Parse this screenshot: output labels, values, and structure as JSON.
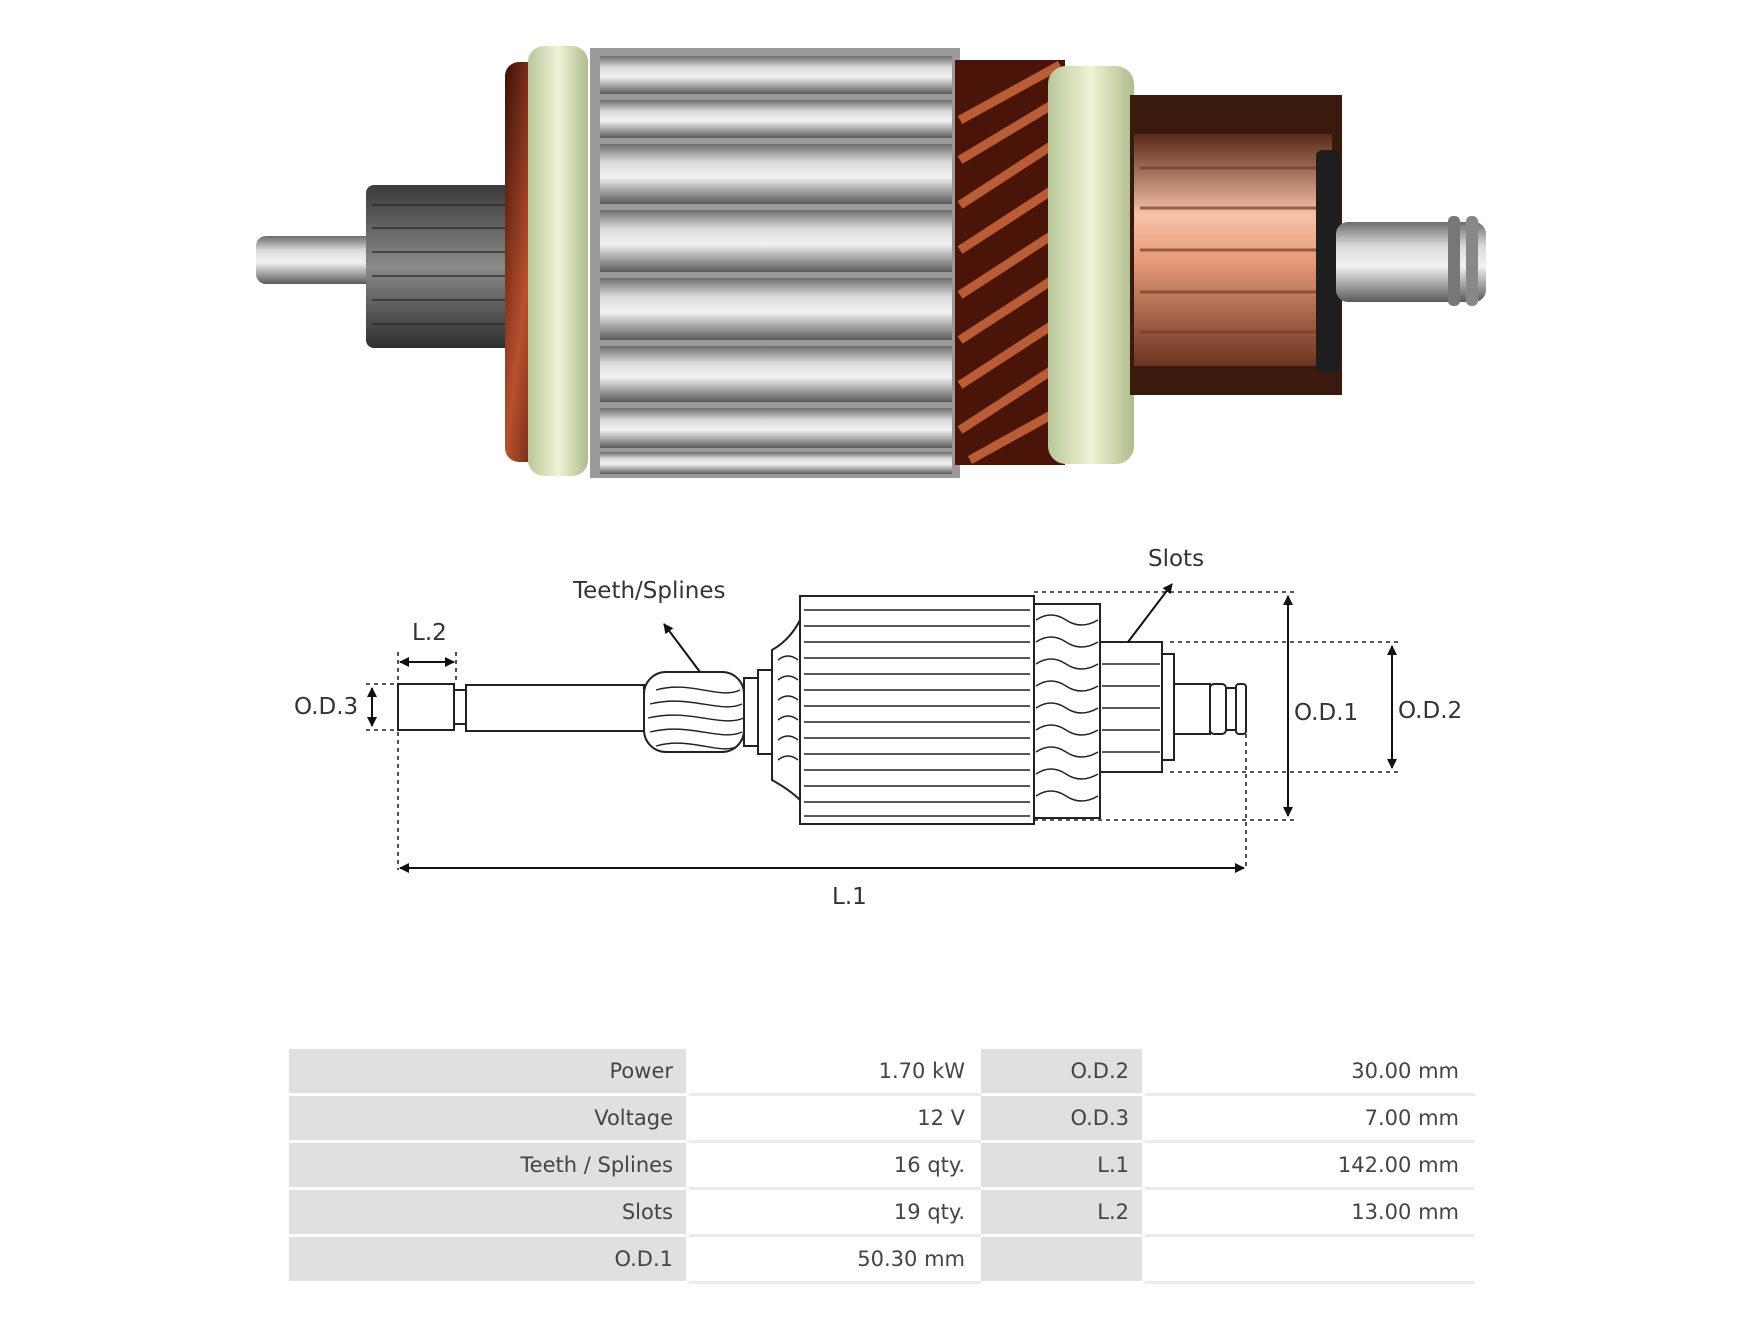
{
  "diagram": {
    "labels": {
      "teeth_splines": "Teeth/Splines",
      "slots": "Slots",
      "l2": "L.2",
      "od3": "O.D.3",
      "od1": "O.D.1",
      "od2": "O.D.2",
      "l1": "L.1"
    }
  },
  "specs": {
    "rows": [
      {
        "k1": "Power",
        "v1": "1.70 kW",
        "k2": "O.D.2",
        "v2": "30.00 mm"
      },
      {
        "k1": "Voltage",
        "v1": "12 V",
        "k2": "O.D.3",
        "v2": "7.00 mm"
      },
      {
        "k1": "Teeth / Splines",
        "v1": "16 qty.",
        "k2": "L.1",
        "v2": "142.00 mm"
      },
      {
        "k1": "Slots",
        "v1": "19 qty.",
        "k2": "L.2",
        "v2": "13.00 mm"
      },
      {
        "k1": "O.D.1",
        "v1": "50.30 mm",
        "k2": "",
        "v2": ""
      }
    ]
  }
}
